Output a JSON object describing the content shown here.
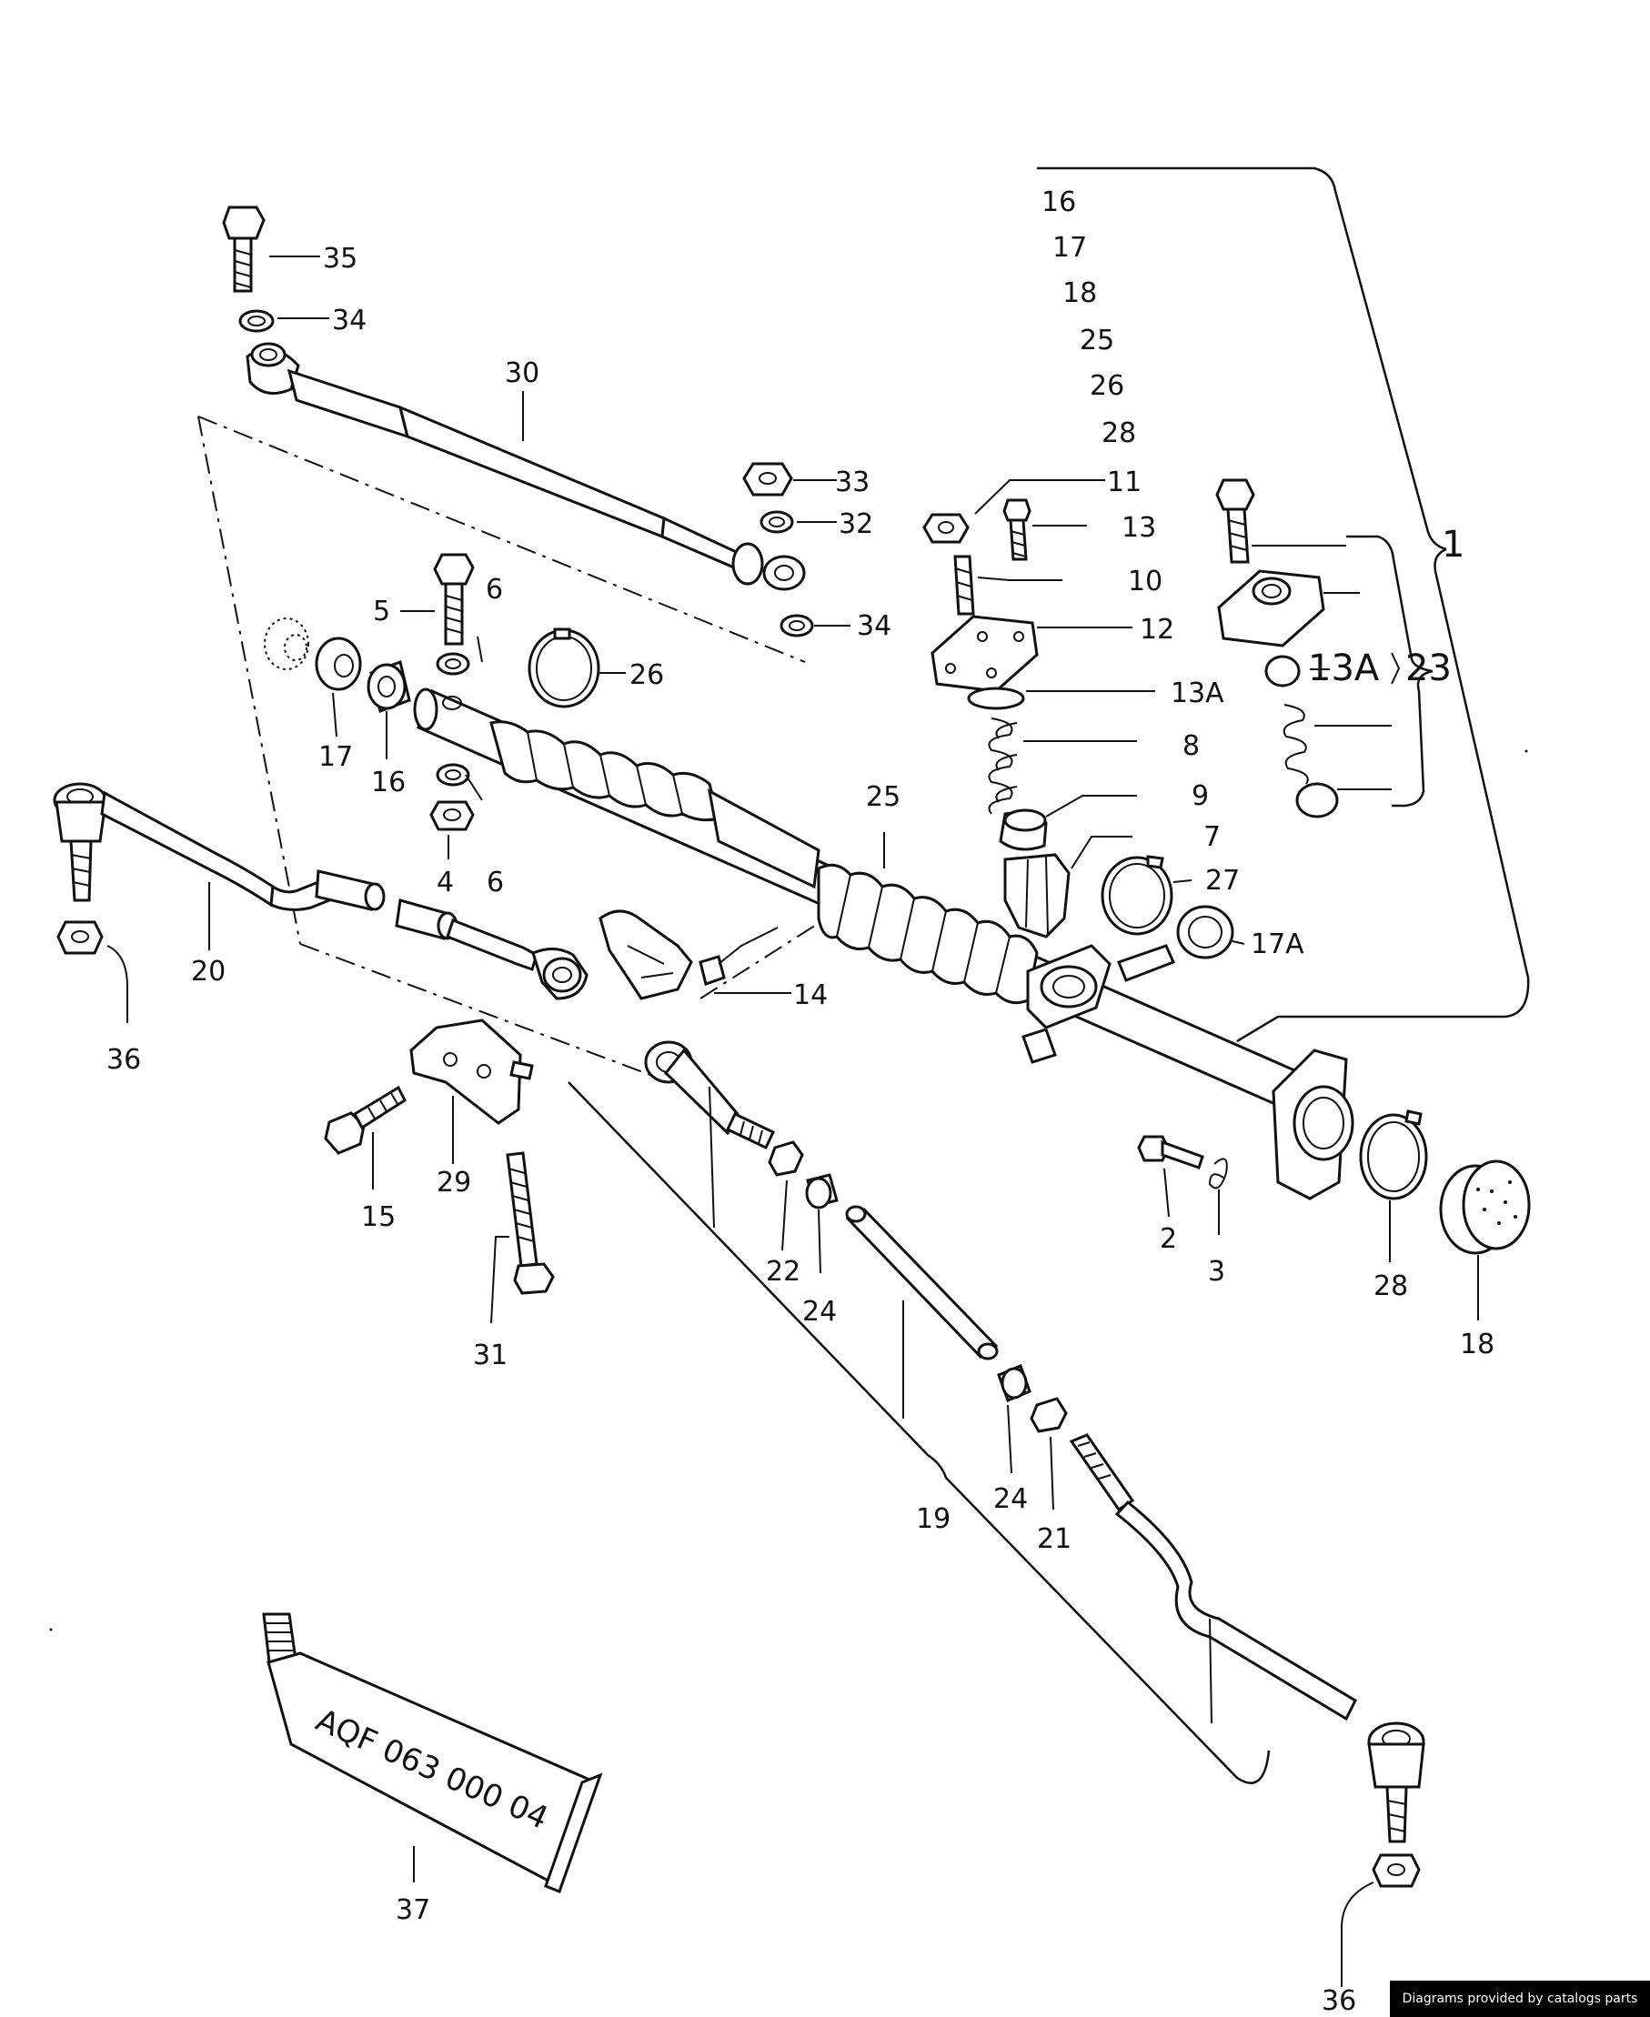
{
  "diagram": {
    "callouts": [
      {
        "id": "c16top",
        "text": "16"
      },
      {
        "id": "c17top",
        "text": "17"
      },
      {
        "id": "c18top",
        "text": "18"
      },
      {
        "id": "c25top",
        "text": "25"
      },
      {
        "id": "c26top",
        "text": "26"
      },
      {
        "id": "c28top",
        "text": "28"
      },
      {
        "id": "c11",
        "text": "11"
      },
      {
        "id": "c13",
        "text": "13"
      },
      {
        "id": "c10",
        "text": "10"
      },
      {
        "id": "c12",
        "text": "12"
      },
      {
        "id": "c13A_a",
        "text": "13A"
      },
      {
        "id": "c8",
        "text": "8"
      },
      {
        "id": "c9",
        "text": "9"
      },
      {
        "id": "c7",
        "text": "7"
      },
      {
        "id": "c27",
        "text": "27"
      },
      {
        "id": "c17A",
        "text": "17A"
      },
      {
        "id": "c1",
        "text": "1"
      },
      {
        "id": "c13A_b",
        "text": "13A"
      },
      {
        "id": "c23",
        "text": "23"
      },
      {
        "id": "c35",
        "text": "35"
      },
      {
        "id": "c34a",
        "text": "34"
      },
      {
        "id": "c30",
        "text": "30"
      },
      {
        "id": "c33",
        "text": "33"
      },
      {
        "id": "c32",
        "text": "32"
      },
      {
        "id": "c34b",
        "text": "34"
      },
      {
        "id": "c5",
        "text": "5"
      },
      {
        "id": "c6a",
        "text": "6"
      },
      {
        "id": "c26",
        "text": "26"
      },
      {
        "id": "c17",
        "text": "17"
      },
      {
        "id": "c16",
        "text": "16"
      },
      {
        "id": "c4",
        "text": "4"
      },
      {
        "id": "c6b",
        "text": "6"
      },
      {
        "id": "c25",
        "text": "25"
      },
      {
        "id": "c20",
        "text": "20"
      },
      {
        "id": "c36a",
        "text": "36"
      },
      {
        "id": "c14",
        "text": "14"
      },
      {
        "id": "c15",
        "text": "15"
      },
      {
        "id": "c29",
        "text": "29"
      },
      {
        "id": "c31",
        "text": "31"
      },
      {
        "id": "c22",
        "text": "22"
      },
      {
        "id": "c24a",
        "text": "24"
      },
      {
        "id": "c2",
        "text": "2"
      },
      {
        "id": "c3",
        "text": "3"
      },
      {
        "id": "c28",
        "text": "28"
      },
      {
        "id": "c18",
        "text": "18"
      },
      {
        "id": "c19",
        "text": "19"
      },
      {
        "id": "c24b",
        "text": "24"
      },
      {
        "id": "c21",
        "text": "21"
      },
      {
        "id": "c37",
        "text": "37"
      },
      {
        "id": "c36b",
        "text": "36"
      }
    ],
    "tube_label": "AQF 063 000 04"
  },
  "footer": {
    "credit": "Diagrams provided by catalogs parts"
  }
}
